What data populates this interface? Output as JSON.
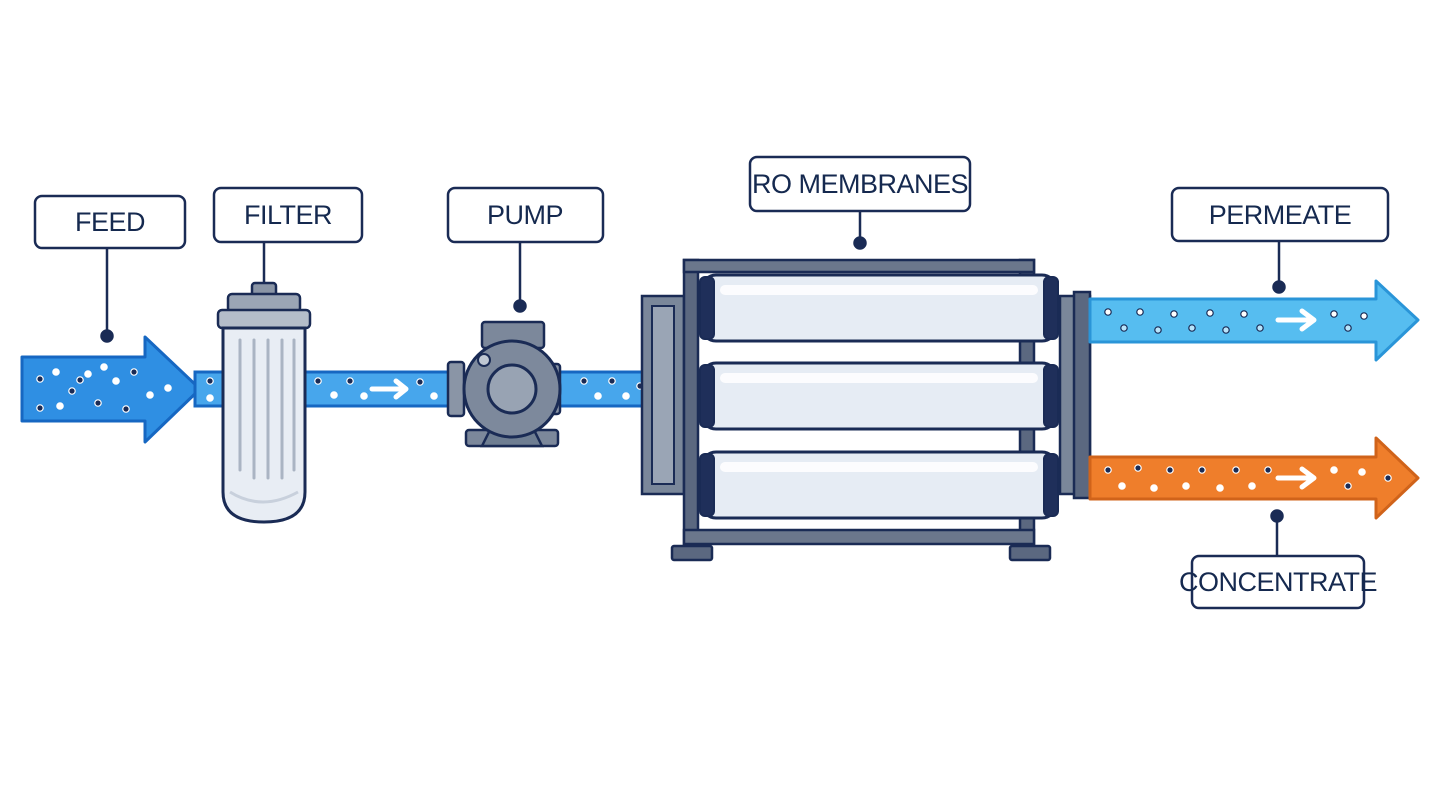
{
  "labels": {
    "feed": "FEED",
    "filter": "FILTER",
    "pump": "PUMP",
    "ro_membranes": "RO MEMBRANES",
    "permeate": "PERMEATE",
    "concentrate": "CONCENTRATE"
  },
  "colors": {
    "feed_flow": "#2f8fe3",
    "permeate_flow": "#56bdf0",
    "concentrate_flow": "#ef7e2b",
    "outline": "#1a2b55",
    "equipment_gray": "#6f7e92",
    "frame_steel": "#5b6880",
    "membrane_body": "#e6ecf4",
    "label_border": "#1a2b55"
  },
  "icons": [
    "flow-arrow-icon",
    "cartridge-filter-icon",
    "centrifugal-pump-icon",
    "membrane-vessel-icon"
  ]
}
